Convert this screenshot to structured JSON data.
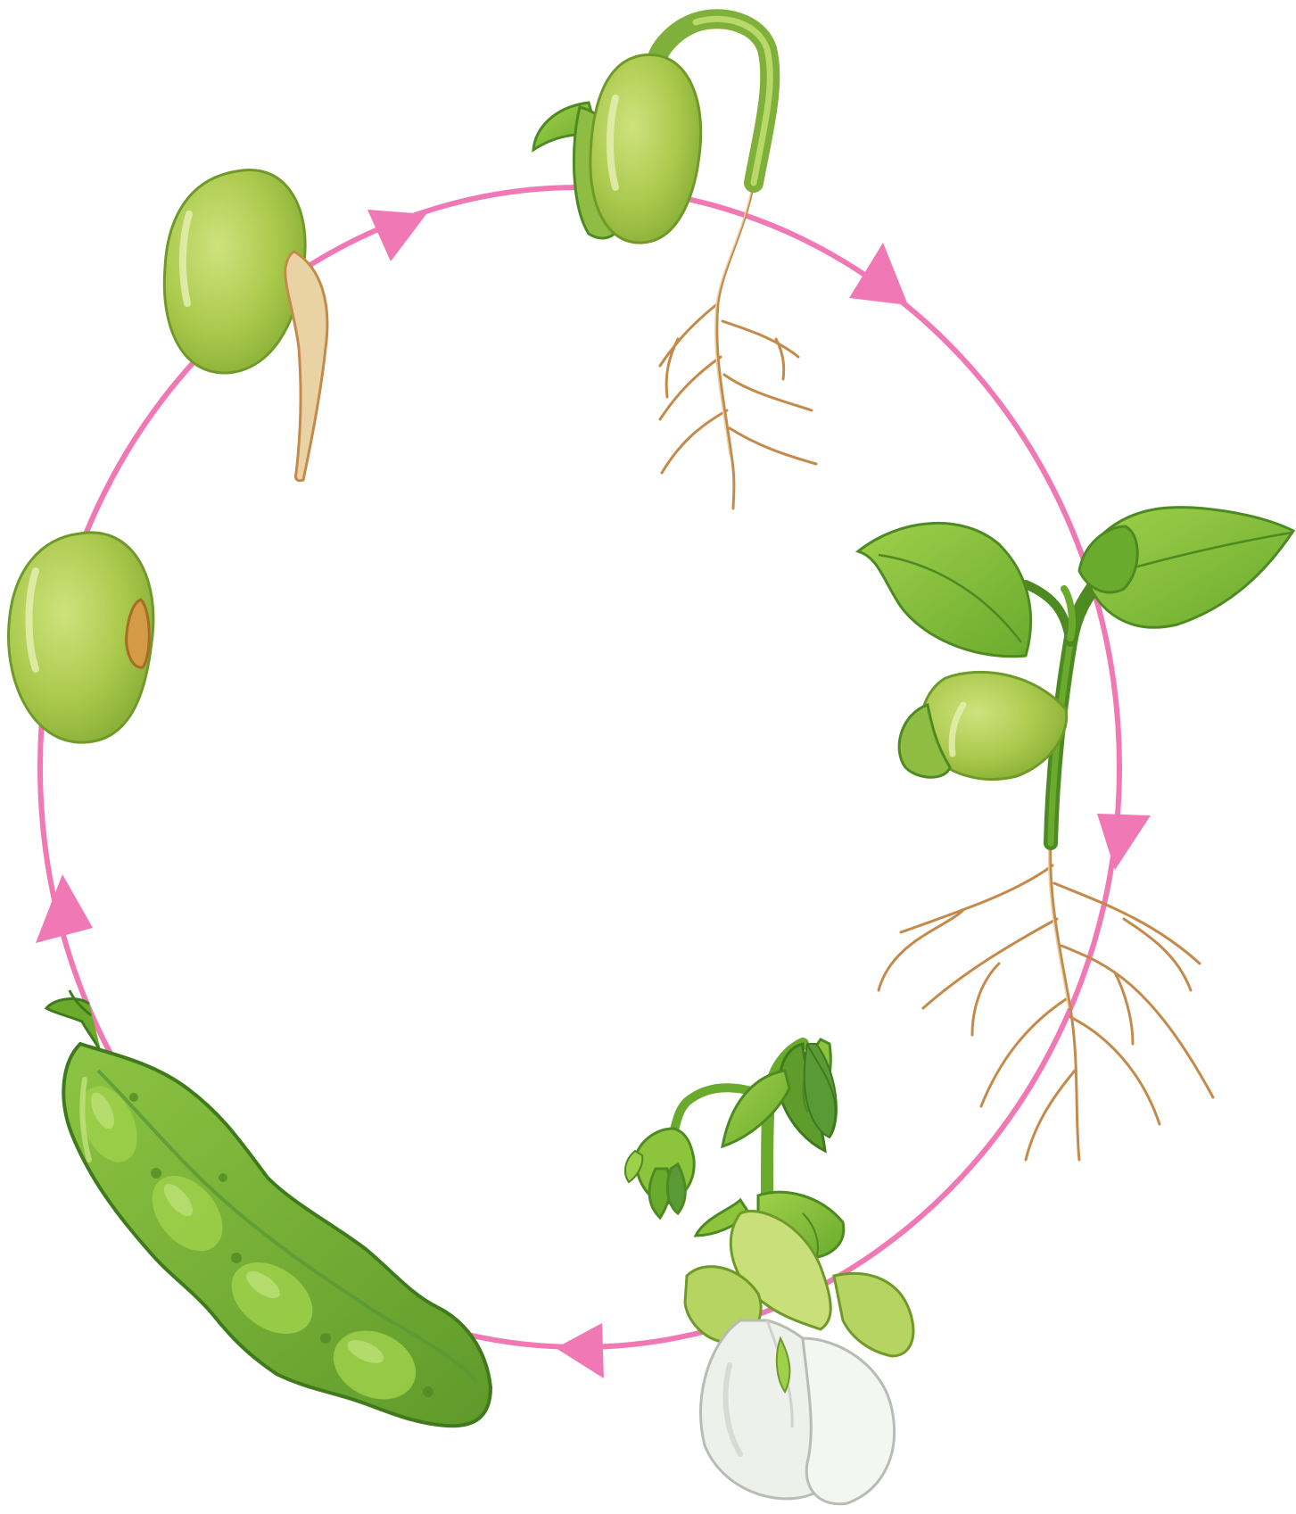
{
  "diagram": {
    "type": "cycle",
    "stages": [
      {
        "id": "seed",
        "icon": "bean-seed-icon"
      },
      {
        "id": "germinating-seed",
        "icon": "germinating-seed-icon"
      },
      {
        "id": "seedling-hook",
        "icon": "seedling-hook-icon"
      },
      {
        "id": "young-plant",
        "icon": "young-plant-icon"
      },
      {
        "id": "flowering-plant",
        "icon": "flowering-plant-icon"
      },
      {
        "id": "bean-pod",
        "icon": "bean-pod-icon"
      }
    ],
    "arrow_direction": "clockwise",
    "colors": {
      "cycle_line": "#f078b4",
      "arrow": "#f078b4",
      "seed_fill": "#a9c94b",
      "seed_highlight": "#c8de6e",
      "leaf_fill": "#8cc43c",
      "stem_fill": "#5a9a36",
      "root_fill": "#e9c894",
      "root_stroke": "#c48a4a",
      "pod_fill": "#7ab23a",
      "pod_dark": "#4e8a22",
      "flower_fill": "#e8eae6"
    }
  }
}
